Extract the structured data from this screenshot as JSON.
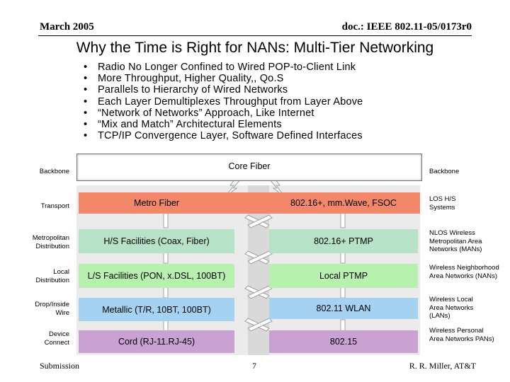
{
  "header": {
    "date": "March 2005",
    "doc_id": "doc.: IEEE 802.11-05/0173r0"
  },
  "title": "Why the Time is Right for NANs: Multi-Tier Networking",
  "bullets": [
    "Radio No Longer Confined to Wired POP-to-Client Link",
    "More Throughput, Higher Quality,, Qo.S",
    "Parallels to Hierarchy of Wired Networks",
    "Each Layer Demultiplexes Throughput from Layer Above",
    "“Network of Networks” Approach, Like Internet",
    "“Mix and Match” Architectural Elements",
    "TCP/IP Convergence Layer, Software Defined Interfaces"
  ],
  "diagram": {
    "core": "Core Fiber",
    "left_labels": [
      "Backbone",
      "Transport",
      "Metropolitan Distribution",
      "Local Distribution",
      "Drop/Inside Wire",
      "Device Connect"
    ],
    "right_labels": [
      "Backbone",
      "LOS H/S Systems",
      "NLOS Wireless Metropolitan Area Networks (MANs)",
      "Wireless Neighborhood Area Networks (NANs)",
      "Wireless Local Area Networks (LANs)",
      "Wireless Personal Area Networks PANs)"
    ],
    "wired": [
      "Metro Fiber",
      "H/S Facilities (Coax, Fiber)",
      "L/S Facilities (PON, x.DSL, 100BT)",
      "Metallic (T/R, 10BT, 100BT)",
      "Cord (RJ-11.RJ-45)"
    ],
    "wireless": [
      "802.16+, mm.Wave, FSOC",
      "802.16+ PTMP",
      "Local PTMP",
      "802.11 WLAN",
      "802.15"
    ],
    "colors": {
      "transport": "#f3876a",
      "metro": "#b7e2c8",
      "local": "#b8f0b0",
      "drop": "#a6d2f2",
      "device": "#c9a1d3",
      "arrow_fill": "#ffffff",
      "arrow_stroke": "#a0a0a0"
    }
  },
  "footer": {
    "left": "Submission",
    "page": "7",
    "right": "R. R. Miller, AT&T"
  }
}
